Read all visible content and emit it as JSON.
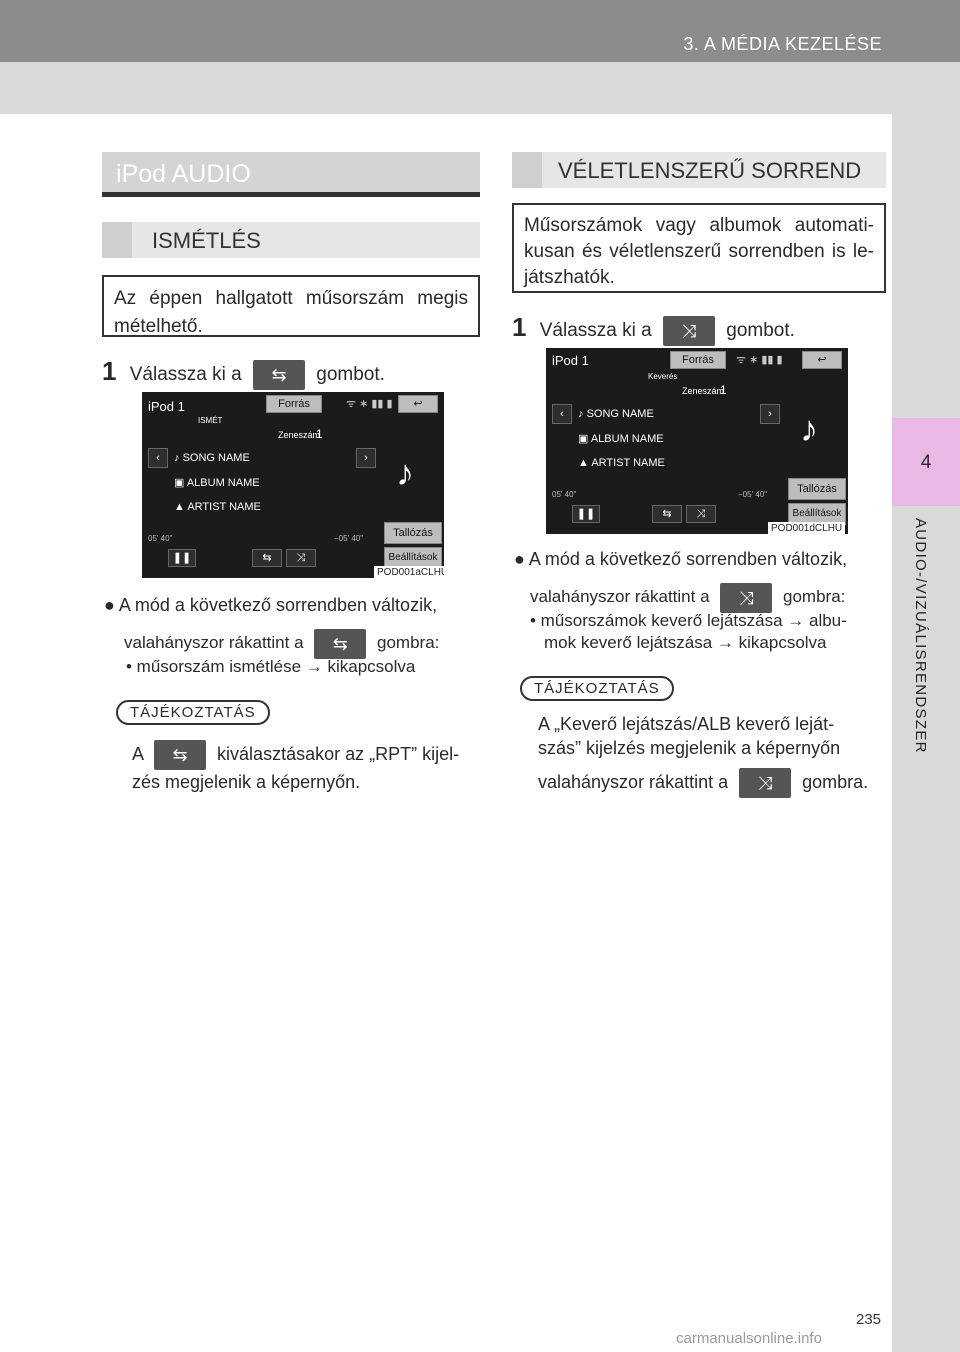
{
  "header": {
    "chapter": "3. A MÉDIA KEZELÉSE"
  },
  "side_tab": {
    "number": "4",
    "label": "AUDIO-/VIZUÁLISRENDSZER"
  },
  "page_number": "235",
  "watermark": "carmanualsonline.info",
  "left": {
    "title": "iPod AUDIO",
    "subtitle": "ISMÉTLÉS",
    "intro": "Az éppen hallgatott műsorszám megis mételhető.",
    "step_num": "1",
    "step_pre": "Válassza ki a",
    "step_post": "gombot.",
    "bullet_line1": "A mód a következő sorrendben változik,",
    "bullet_line2_pre": "valahányszor rákattint a",
    "bullet_line2_post": "gombra:",
    "sub": "• műsorszám ismétlése → kikapcsolva",
    "info_label": "TÁJÉKOZTATÁS",
    "info_pre": "A",
    "info_post": "kiválasztásakor az „RPT” kijel-",
    "info_line2": "zés megjelenik a képernyőn.",
    "screen_code": "POD001aCLHU",
    "screen_status": "ISMÉT"
  },
  "right": {
    "title": "VÉLETLENSZERŰ SORREND",
    "intro": "Műsorszámok vagy albumok automati-kusan és véletlenszerű sorrendben is le-játszhatók.",
    "step_num": "1",
    "step_pre": "Válassza ki a",
    "step_post": "gombot.",
    "bullet_line1": "A mód a következő sorrendben változik,",
    "bullet_line2_pre": "valahányszor rákattint a",
    "bullet_line2_post": "gombra:",
    "sub_line1": "• műsorszámok keverő lejátszása → albu-",
    "sub_line2": "mok keverő lejátszása → kikapcsolva",
    "info_label": "TÁJÉKOZTATÁS",
    "info_line1": "A „Keverő lejátszás/ALB keverő leját-",
    "info_line2": "szás” kijelzés megjelenik a képernyőn",
    "info_line3_pre": "valahányszor rákattint a",
    "info_line3_post": "gombra.",
    "screen_code": "POD001dCLHU",
    "screen_status": "Keverés"
  },
  "screen": {
    "source_title": "iPod 1",
    "forras": "Forrás",
    "track_label": "Zeneszám",
    "track_num": "1",
    "song": "SONG NAME",
    "album": "ALBUM NAME",
    "artist": "ARTIST NAME",
    "time_elapsed": "05' 40\"",
    "time_remaining": "−05' 40\"",
    "browse": "Tallózás",
    "settings": "Beállítások"
  },
  "icons": {
    "repeat": "repeat-icon",
    "shuffle": "shuffle-icon",
    "back": "back-icon",
    "note": "music-note-icon"
  }
}
